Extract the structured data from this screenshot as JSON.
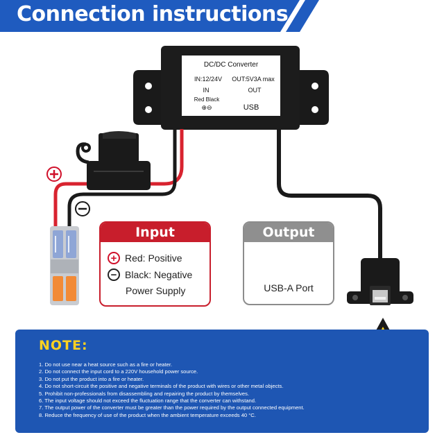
{
  "header": {
    "title": "Connection instructions",
    "bg_color": "#1f5bbf"
  },
  "converter": {
    "title": "DC/DC Converter",
    "in_spec": "IN:12/24V",
    "out_spec": "OUT:5V3A max",
    "in_label": "IN",
    "out_label": "OUT",
    "wire_colors": "Red Black",
    "port_label": "USB"
  },
  "input_card": {
    "title": "Input",
    "rows": [
      "Red: Positive",
      "Black: Negative",
      "Power Supply"
    ],
    "accent": "#c81e2c"
  },
  "output_card": {
    "title": "Output",
    "port": "USB-A Port"
  },
  "note": {
    "title": "NOTE:",
    "items": [
      "1. Do not use near a heat source such as a fire or heater.",
      "2. Do not connect the input cord to a 220V household power source.",
      "3. Do not put the product into a fire or heater.",
      "4. Do not short-circuit the positive and negative terminals of the product with wires or other metal objects.",
      "5. Prohibit non-professionals from disassembling and repairing the product by themselves.",
      "6. The input voltage should not exceed the fluctuation range that the converter can withstand.",
      "7. The output power of the converter must be greater than the power required by the output connected equipment.",
      "8. Reduce the frequency of use of the product when the ambient temperature exceeds 40 °C."
    ],
    "bg_color": "#1e56b3",
    "title_color": "#ffd21f"
  },
  "warning_icon": "warning-triangle-icon"
}
